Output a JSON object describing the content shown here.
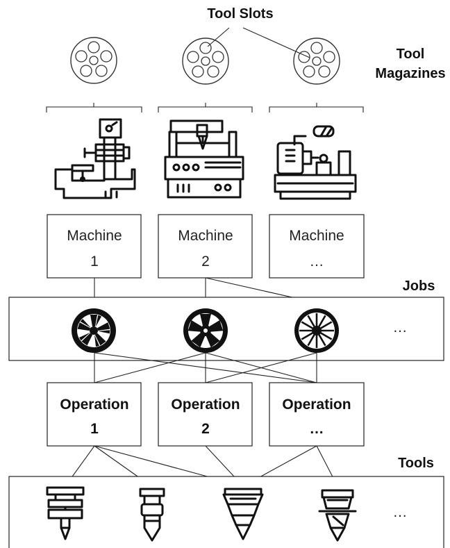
{
  "labels": {
    "tool_slots": "Tool Slots",
    "tool_magazines_line1": "Tool",
    "tool_magazines_line2": "Magazines",
    "jobs": "Jobs",
    "tools": "Tools"
  },
  "machines": [
    {
      "line1": "Machine",
      "line2": "1"
    },
    {
      "line1": "Machine",
      "line2": "2"
    },
    {
      "line1": "Machine",
      "line2": "…"
    }
  ],
  "operations": [
    {
      "line1": "Operation",
      "line2": "1"
    },
    {
      "line1": "Operation",
      "line2": "2"
    },
    {
      "line1": "Operation",
      "line2": "…"
    }
  ],
  "jobs_more": "…",
  "tools_more": "…",
  "icons": {
    "magazines": [
      "tool-magazine-icon",
      "tool-magazine-icon",
      "tool-magazine-icon"
    ],
    "machines": [
      "milling-machine-icon",
      "cnc-router-icon",
      "lathe-icon"
    ],
    "jobs": [
      "wheel-rim-icon",
      "wheel-rim-icon",
      "wheel-rim-icon"
    ],
    "tools": [
      "tool-holder-icon",
      "tool-holder-icon",
      "drill-bit-icon",
      "drill-bit-icon"
    ]
  }
}
